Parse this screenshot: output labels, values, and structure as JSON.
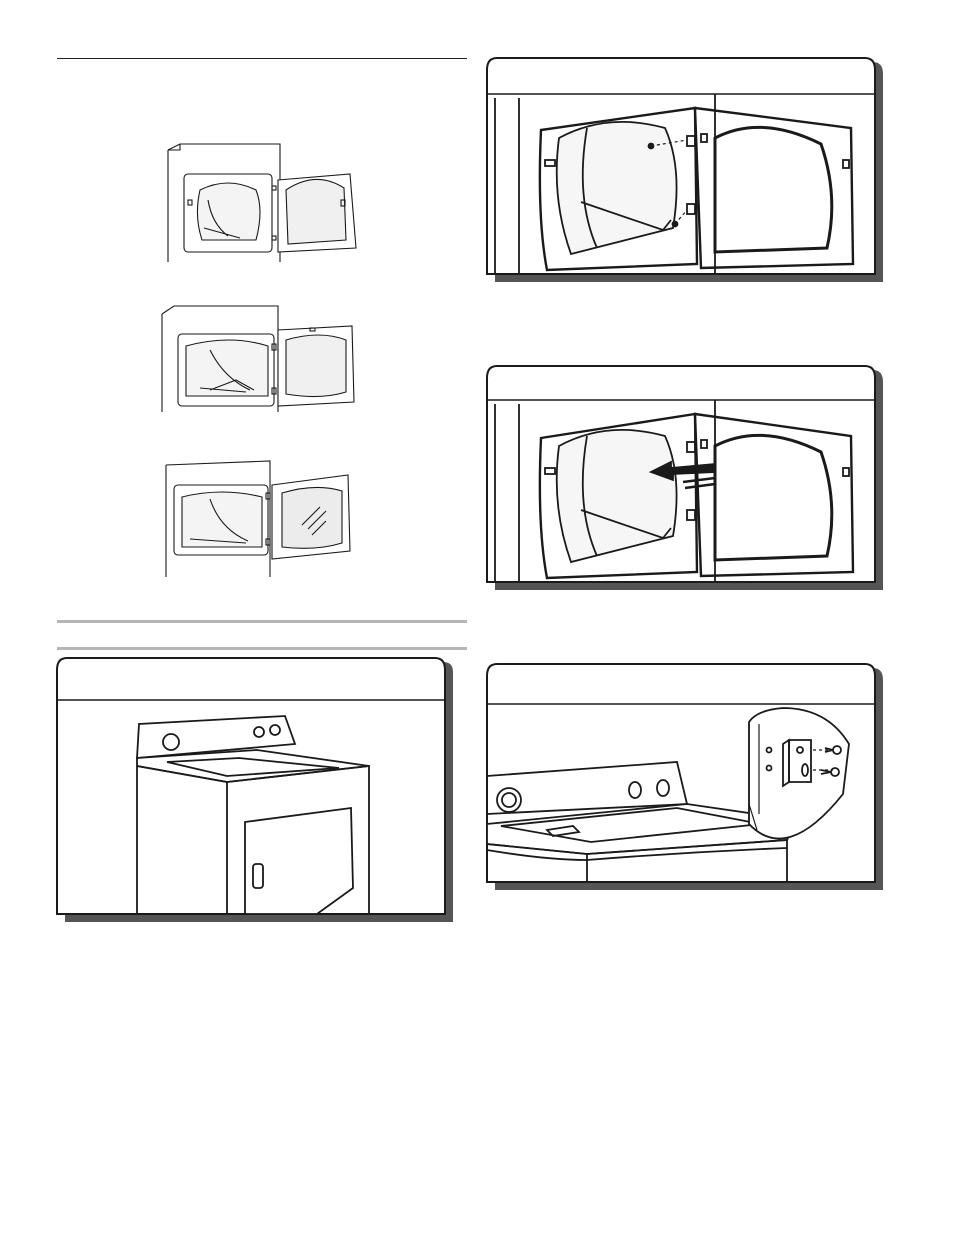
{
  "page": {
    "section_rules": [
      "top-left",
      "middle-left-1",
      "middle-left-2"
    ]
  },
  "left_column": {
    "door_styles": [
      {
        "name": "side-swing-door-standard",
        "hinge_side": "right"
      },
      {
        "name": "side-swing-door-wide",
        "hinge_side": "right"
      },
      {
        "name": "side-swing-door-glass-window",
        "hinge_side": "right"
      }
    ],
    "illustration_top_load_lid": {
      "name": "dryer-top-lid-illustration"
    }
  },
  "right_column": {
    "panels": [
      {
        "name": "panel-door-open-hinge-screws"
      },
      {
        "name": "panel-door-remove-arrow"
      },
      {
        "name": "panel-top-hinge-detail"
      }
    ]
  },
  "colors": {
    "line": "#1a1a1a",
    "rule_dark": "#222222",
    "rule_gray": "#b5b5b5",
    "panel_shadow": "#555555",
    "door_shade": "#e6e6e6"
  }
}
